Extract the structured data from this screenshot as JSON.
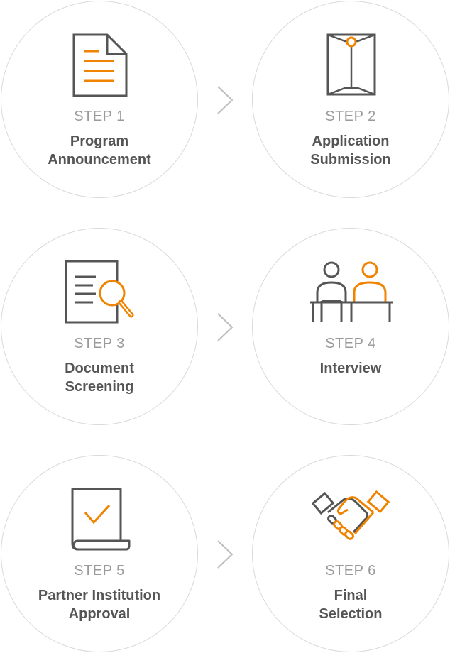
{
  "steps": [
    {
      "number": "STEP 1",
      "title_line1": "Program",
      "title_line2": "Announcement",
      "icon": "document-icon"
    },
    {
      "number": "STEP 2",
      "title_line1": "Application",
      "title_line2": "Submission",
      "icon": "envelope-icon"
    },
    {
      "number": "STEP 3",
      "title_line1": "Document",
      "title_line2": "Screening",
      "icon": "document-search-icon"
    },
    {
      "number": "STEP 4",
      "title_line1": "Interview",
      "title_line2": "",
      "icon": "interview-icon"
    },
    {
      "number": "STEP 5",
      "title_line1": "Partner Institution",
      "title_line2": "Approval",
      "icon": "approval-scroll-icon"
    },
    {
      "number": "STEP 6",
      "title_line1": "Final",
      "title_line2": "Selection",
      "icon": "handshake-icon"
    }
  ],
  "colors": {
    "accent": "#f08300",
    "icon_dark": "#555555",
    "circle_border": "#d9d9d9",
    "step_label": "#9a9a9a",
    "title": "#555555"
  }
}
